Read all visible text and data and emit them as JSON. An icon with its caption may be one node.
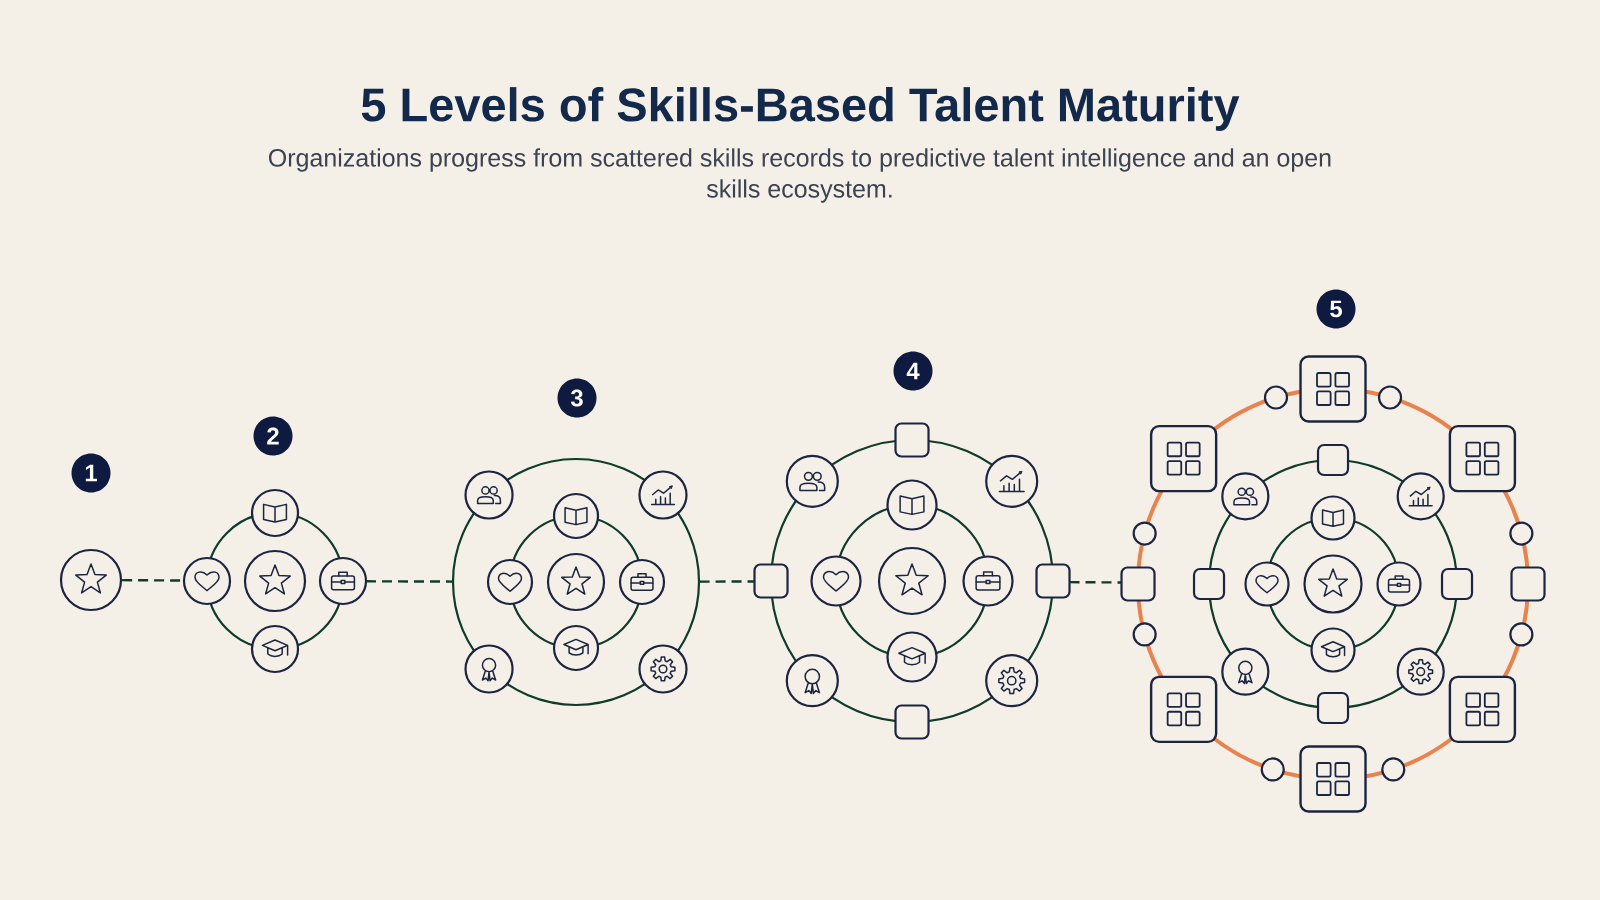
{
  "diagram": {
    "title": "5 Levels of Skills-Based Talent Maturity",
    "nodes": [
      {
        "text": [
          "1"
        ]
      },
      {
        "text": [],
        "shape": "circle"
      },
      {
        "text": [
          "2"
        ]
      },
      {
        "text": [],
        "shape": "picture"
      },
      {
        "text": [
          "3"
        ]
      },
      {
        "text": [],
        "shape": "picture"
      },
      {
        "text": [
          "4"
        ]
      },
      {
        "text": [],
        "shape": "picture"
      },
      {
        "text": [
          "5"
        ]
      },
      {
        "text": [],
        "shape": "picture"
      }
    ],
    "edges": [
      {
        "from": 1,
        "to": 3,
        "arrow": "none",
        "style": "dashed"
      },
      {
        "from": 3,
        "to": 5,
        "arrow": "none",
        "style": "dashed"
      },
      {
        "from": 5,
        "to": 7,
        "arrow": "none",
        "style": "dashed"
      },
      {
        "from": 7,
        "to": 9,
        "arrow": "none",
        "style": "dashed"
      }
    ],
    "labels": [
      "Organizations progress from scattered skills records to predictive talent intelligence and an open skills ecosystem."
    ]
  }
}
